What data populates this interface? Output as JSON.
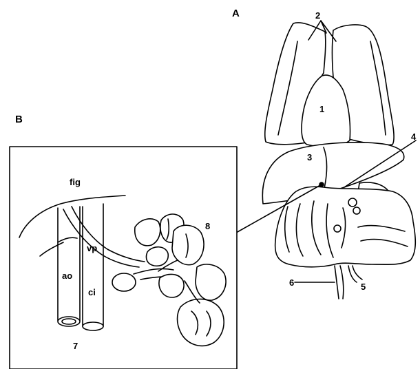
{
  "panel_labels": {
    "a": "A",
    "b": "B"
  },
  "labels": {
    "n1": "1",
    "n2": "2",
    "n3": "3",
    "n4": "4",
    "n5": "5",
    "n6": "6",
    "n7": "7",
    "n8": "8",
    "fig": "fig",
    "vp": "vp",
    "ao": "ao",
    "ci": "ci"
  }
}
